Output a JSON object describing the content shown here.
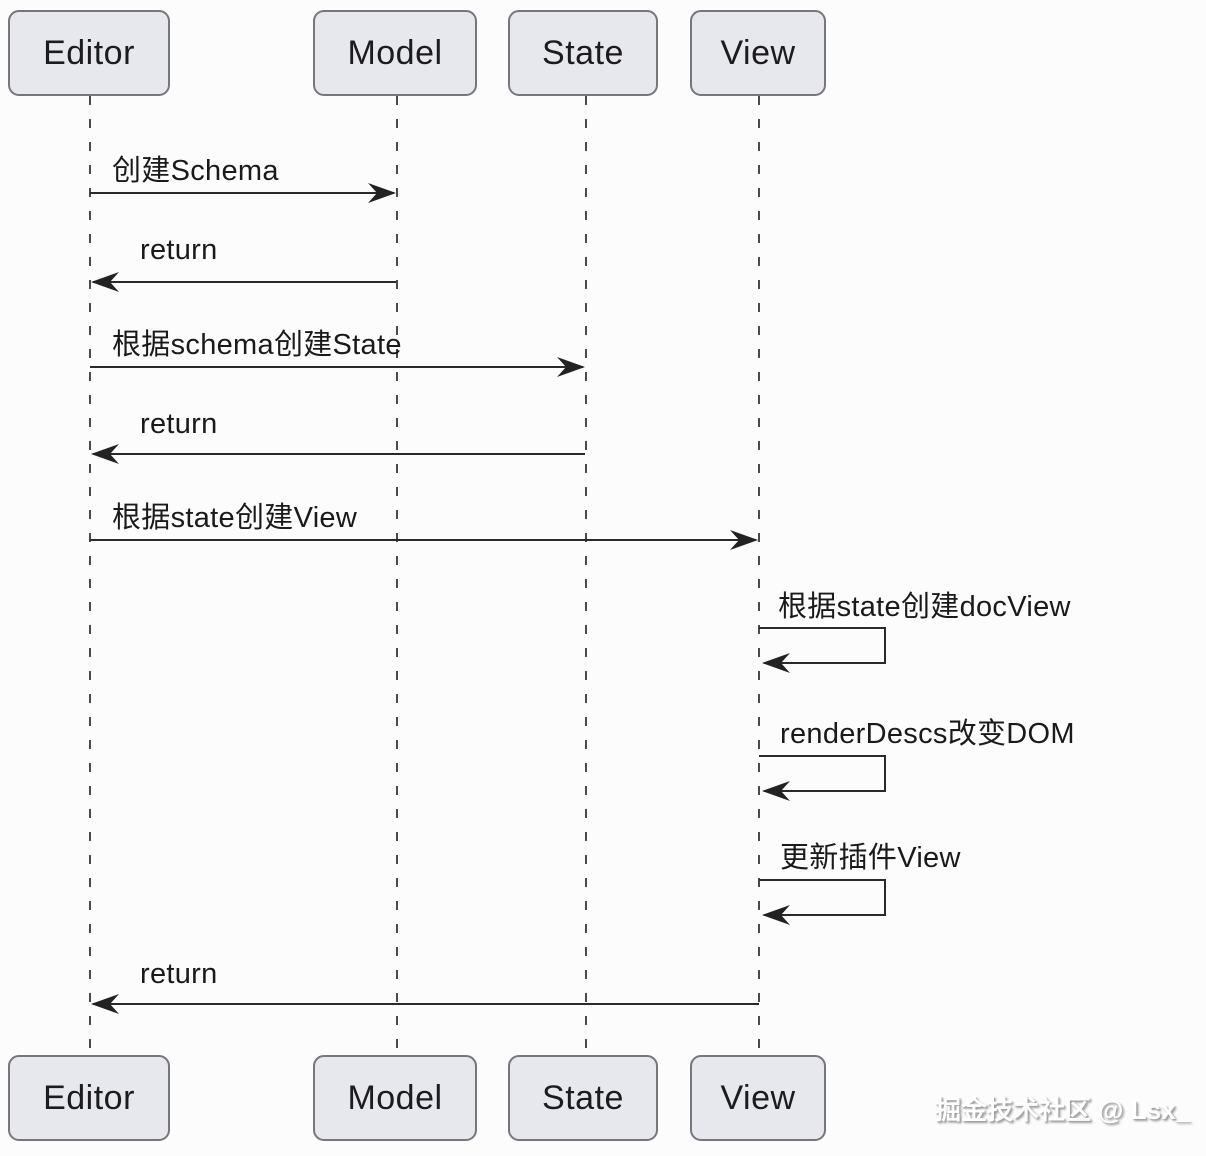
{
  "diagram": {
    "type": "sequence-diagram",
    "actors": [
      {
        "id": "editor",
        "label": "Editor"
      },
      {
        "id": "model",
        "label": "Model"
      },
      {
        "id": "state",
        "label": "State"
      },
      {
        "id": "view",
        "label": "View"
      }
    ],
    "messages": [
      {
        "from": "Editor",
        "to": "Model",
        "kind": "call",
        "label": "创建Schema"
      },
      {
        "from": "Model",
        "to": "Editor",
        "kind": "return",
        "label": "return"
      },
      {
        "from": "Editor",
        "to": "State",
        "kind": "call",
        "label": "根据schema创建State"
      },
      {
        "from": "State",
        "to": "Editor",
        "kind": "return",
        "label": "return"
      },
      {
        "from": "Editor",
        "to": "View",
        "kind": "call",
        "label": "根据state创建View"
      },
      {
        "from": "View",
        "to": "View",
        "kind": "self",
        "label": "根据state创建docView"
      },
      {
        "from": "View",
        "to": "View",
        "kind": "self",
        "label": "renderDescs改变DOM"
      },
      {
        "from": "View",
        "to": "View",
        "kind": "self",
        "label": "更新插件View"
      },
      {
        "from": "View",
        "to": "Editor",
        "kind": "return",
        "label": "return"
      }
    ],
    "watermark": "掘金技术社区 @ Lsx_",
    "colors": {
      "background": "#fcfcfc",
      "actor_fill": "#e7e7ee",
      "actor_border": "#76767c",
      "arrow_line": "#2a2a2a",
      "lifeline": "#4a4a4a",
      "text": "#1a1a1a",
      "watermark_text": "#ffffff"
    }
  }
}
